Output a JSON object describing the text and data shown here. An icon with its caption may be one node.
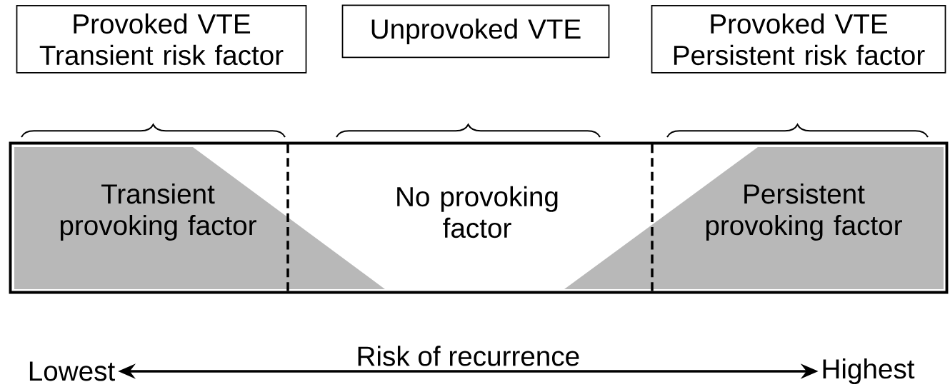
{
  "diagram": {
    "nodes": [
      {
        "text": [
          "Provoked VTE Transient risk factor"
        ]
      },
      {
        "text": [
          "Unprovoked VTE"
        ]
      },
      {
        "text": [
          "Provoked VTE Persistent risk factor"
        ]
      },
      {
        "text": [],
        "shape": "bar"
      },
      {
        "text": [
          "Transient provoking factor"
        ],
        "in": 3
      },
      {
        "text": [
          "No provoking factor"
        ],
        "in": 3
      },
      {
        "text": [
          "Persistent provoking factor"
        ],
        "in": 3
      },
      {
        "text": [
          "Lowest"
        ]
      },
      {
        "text": [
          "Highest"
        ]
      }
    ],
    "edges": [
      {
        "from": 7,
        "to": 8,
        "arrow": "both",
        "label": "Risk of recurrence"
      }
    ]
  }
}
